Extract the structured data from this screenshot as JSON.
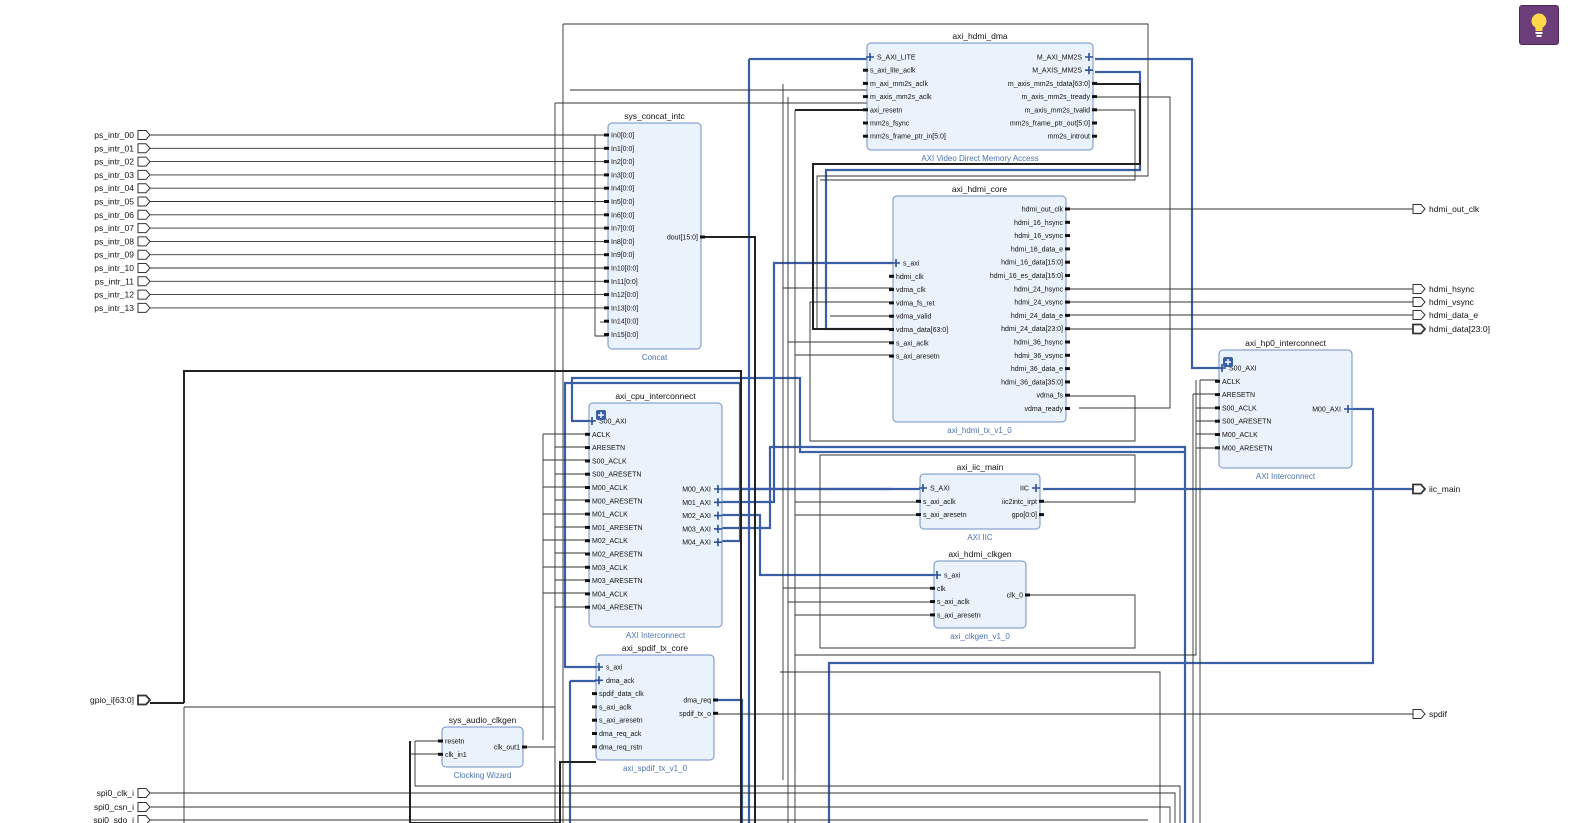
{
  "blocks": [
    {
      "id": "axi_hdmi_dma",
      "title": "axi_hdmi_dma",
      "subtitle": "AXI Video Direct Memory Access",
      "left": [
        "S_AXI_LITE",
        "s_axi_lite_aclk",
        "m_axi_mm2s_aclk",
        "m_axis_mm2s_aclk",
        "axi_resetn",
        "mm2s_fsync",
        "mm2s_frame_ptr_in[5:0]"
      ],
      "right": [
        "M_AXI_MM2S",
        "M_AXIS_MM2S",
        "m_axis_mm2s_tdata[63:0]",
        "m_axis_mm2s_tready",
        "m_axis_mm2s_tvalid",
        "mm2s_frame_ptr_out[5:0]",
        "mm2s_introut"
      ]
    },
    {
      "id": "sys_concat_intc",
      "title": "sys_concat_intc",
      "subtitle": "Concat",
      "left": [
        "In0[0:0]",
        "In1[0:0]",
        "In2[0:0]",
        "In3[0:0]",
        "In4[0:0]",
        "In5[0:0]",
        "In6[0:0]",
        "In7[0:0]",
        "In8[0:0]",
        "In9[0:0]",
        "In10[0:0]",
        "In11[0:0]",
        "In12[0:0]",
        "In13[0:0]",
        "In14[0:0]",
        "In15[0:0]"
      ],
      "right": [
        "dout[15:0]"
      ]
    },
    {
      "id": "axi_hdmi_core",
      "title": "axi_hdmi_core",
      "subtitle": "axi_hdmi_tx_v1_0",
      "left": [
        "s_axi",
        "hdmi_clk",
        "vdma_clk",
        "vdma_fs_ret",
        "vdma_valid",
        "vdma_data[63:0]",
        "s_axi_aclk",
        "s_axi_aresetn"
      ],
      "right": [
        "hdmi_out_clk",
        "hdmi_16_hsync",
        "hdmi_16_vsync",
        "hdmi_16_data_e",
        "hdmi_16_data[15:0]",
        "hdmi_16_es_data[15:0]",
        "hdmi_24_hsync",
        "hdmi_24_vsync",
        "hdmi_24_data_e",
        "hdmi_24_data[23:0]",
        "hdmi_36_hsync",
        "hdmi_36_vsync",
        "hdmi_36_data_e",
        "hdmi_36_data[35:0]",
        "vdma_fs",
        "vdma_ready"
      ]
    },
    {
      "id": "axi_hp0_interconnect",
      "title": "axi_hp0_interconnect",
      "subtitle": "AXI Interconnect",
      "left": [
        "S00_AXI",
        "ACLK",
        "ARESETN",
        "S00_ACLK",
        "S00_ARESETN",
        "M00_ACLK",
        "M00_ARESETN"
      ],
      "right": [
        "M00_AXI"
      ]
    },
    {
      "id": "axi_cpu_interconnect",
      "title": "axi_cpu_interconnect",
      "subtitle": "AXI Interconnect",
      "left": [
        "S00_AXI",
        "ACLK",
        "ARESETN",
        "S00_ACLK",
        "S00_ARESETN",
        "M00_ACLK",
        "M00_ARESETN",
        "M01_ACLK",
        "M01_ARESETN",
        "M02_ACLK",
        "M02_ARESETN",
        "M03_ACLK",
        "M03_ARESETN",
        "M04_ACLK",
        "M04_ARESETN"
      ],
      "right": [
        "M00_AXI",
        "M01_AXI",
        "M02_AXI",
        "M03_AXI",
        "M04_AXI"
      ]
    },
    {
      "id": "axi_iic_main",
      "title": "axi_iic_main",
      "subtitle": "AXI IIC",
      "left": [
        "S_AXI",
        "s_axi_aclk",
        "s_axi_aresetn"
      ],
      "right": [
        "IIC",
        "iic2intc_irpt",
        "gpo[0:0]"
      ]
    },
    {
      "id": "axi_hdmi_clkgen",
      "title": "axi_hdmi_clkgen",
      "subtitle": "axi_clkgen_v1_0",
      "left": [
        "s_axi",
        "clk",
        "s_axi_aclk",
        "s_axi_aresetn"
      ],
      "right": [
        "clk_0"
      ]
    },
    {
      "id": "axi_spdif_tx_core",
      "title": "axi_spdif_tx_core",
      "subtitle": "axi_spdif_tx_v1_0",
      "left": [
        "s_axi",
        "dma_ack",
        "spdif_data_clk",
        "s_axi_aclk",
        "s_axi_aresetn",
        "dma_req_ack",
        "dma_req_rstn"
      ],
      "right": [
        "dma_req",
        "spdif_tx_o"
      ]
    },
    {
      "id": "sys_audio_clkgen",
      "title": "sys_audio_clkgen",
      "subtitle": "Clocking Wizard",
      "left": [
        "resetn",
        "clk_in1"
      ],
      "right": [
        "clk_out1"
      ]
    }
  ],
  "input_ports": [
    "ps_intr_00",
    "ps_intr_01",
    "ps_intr_02",
    "ps_intr_03",
    "ps_intr_04",
    "ps_intr_05",
    "ps_intr_06",
    "ps_intr_07",
    "ps_intr_08",
    "ps_intr_09",
    "ps_intr_10",
    "ps_intr_11",
    "ps_intr_12",
    "ps_intr_13",
    "gpio_i[63:0]",
    "spi0_clk_i",
    "spi0_csn_i",
    "spi0_sdo_i"
  ],
  "output_ports": [
    "hdmi_out_clk",
    "hdmi_hsync",
    "hdmi_vsync",
    "hdmi_data_e",
    "hdmi_data[23:0]",
    "iic_main",
    "spdif"
  ],
  "toolbar": {
    "tip_icon": "lightbulb-icon"
  },
  "colors": {
    "block_fill": "#eaf3fb",
    "block_border": "#6f8fc7",
    "bus": "#3a5fa6",
    "wire": "#222222",
    "subtitle": "#4a72b0",
    "tip_bg": "#6b3d7a"
  }
}
